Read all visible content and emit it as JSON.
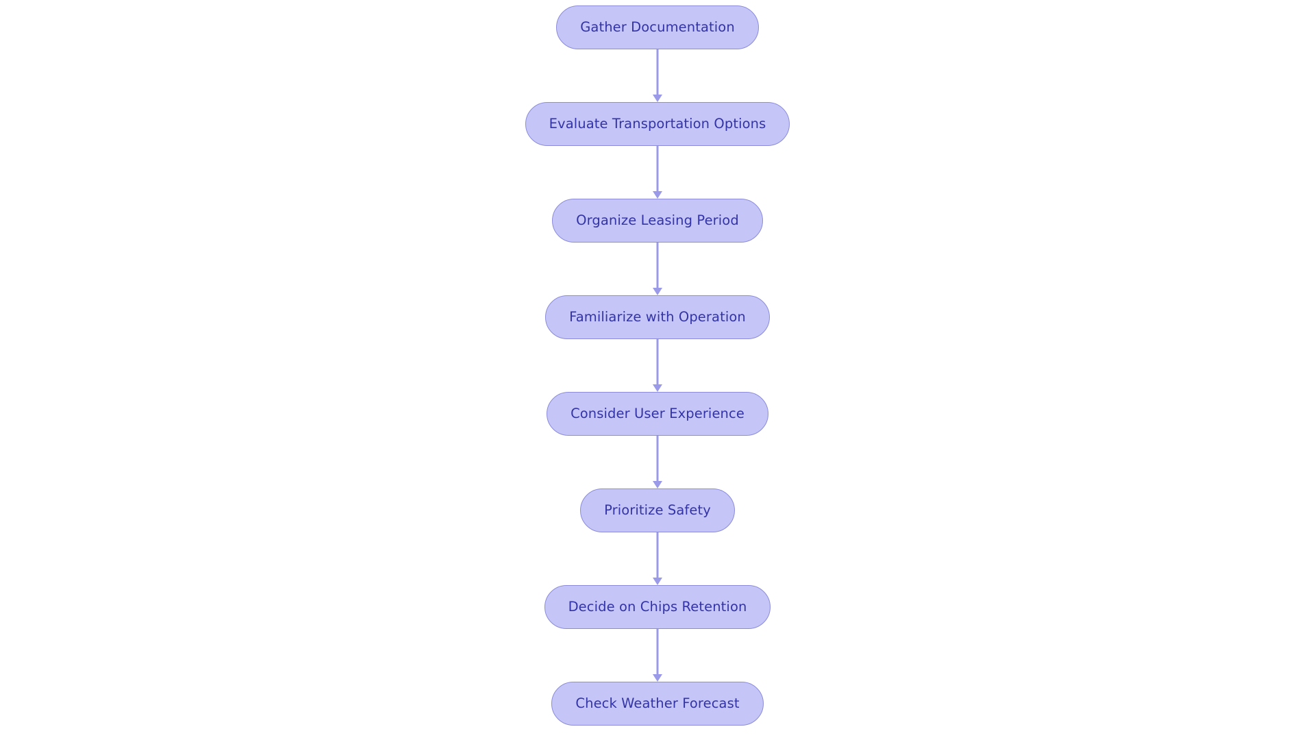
{
  "diagram": {
    "type": "flowchart",
    "orientation": "vertical",
    "title": "",
    "background_color": "#ffffff",
    "node_style": {
      "shape": "pill",
      "fill_color": "#c5c6f7",
      "border_color": "#8b8bd9",
      "text_color": "#3333a8"
    },
    "connector_style": {
      "line_color": "#9a9ae8",
      "arrowhead": "solid-triangle-down"
    },
    "nodes": [
      {
        "id": "gather-documentation",
        "label": "Gather Documentation"
      },
      {
        "id": "evaluate-transportation",
        "label": "Evaluate Transportation Options"
      },
      {
        "id": "organize-leasing-period",
        "label": "Organize Leasing Period"
      },
      {
        "id": "familiarize-with-operation",
        "label": "Familiarize with Operation"
      },
      {
        "id": "consider-user-experience",
        "label": "Consider User Experience"
      },
      {
        "id": "prioritize-safety",
        "label": "Prioritize Safety"
      },
      {
        "id": "decide-chips-retention",
        "label": "Decide on Chips Retention"
      },
      {
        "id": "check-weather-forecast",
        "label": "Check Weather Forecast"
      }
    ],
    "edges": [
      {
        "from": "gather-documentation",
        "to": "evaluate-transportation",
        "label": ""
      },
      {
        "from": "evaluate-transportation",
        "to": "organize-leasing-period",
        "label": ""
      },
      {
        "from": "organize-leasing-period",
        "to": "familiarize-with-operation",
        "label": ""
      },
      {
        "from": "familiarize-with-operation",
        "to": "consider-user-experience",
        "label": ""
      },
      {
        "from": "consider-user-experience",
        "to": "prioritize-safety",
        "label": ""
      },
      {
        "from": "prioritize-safety",
        "to": "decide-chips-retention",
        "label": ""
      },
      {
        "from": "decide-chips-retention",
        "to": "check-weather-forecast",
        "label": ""
      }
    ]
  }
}
